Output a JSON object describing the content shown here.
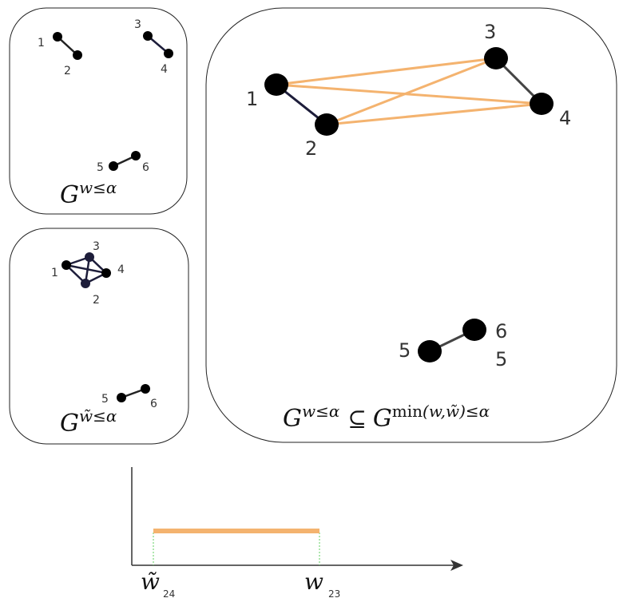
{
  "panel_top_left": {
    "label_G": "G",
    "label_sup": "w≤α",
    "nodes": {
      "n1": "1",
      "n2": "2",
      "n3": "3",
      "n4": "4",
      "n5": "5",
      "n6": "6"
    }
  },
  "panel_bottom_left": {
    "label_G": "G",
    "label_sup": "w̃≤α",
    "nodes": {
      "n1": "1",
      "n2": "2",
      "n3": "3",
      "n4": "4",
      "n5": "5",
      "n6": "6"
    }
  },
  "panel_right": {
    "label_left_G": "G",
    "label_left_sup": "w≤α",
    "subset_symbol": "⊆",
    "label_right_G": "G",
    "label_right_sup_min": "min",
    "label_right_sup_rest": "(w,w̃)≤α",
    "nodes": {
      "n1": "1",
      "n2": "2",
      "n3": "3",
      "n4": "4",
      "n5": "5",
      "n6": "6",
      "n6b": "5"
    }
  },
  "axis": {
    "tick_left_main": "w̃",
    "tick_left_sub": "24",
    "tick_right_main": "w",
    "tick_right_sub": "23"
  },
  "colors": {
    "orange": "#f4b36f",
    "dark_edge": "#1d1d3a",
    "gray_edge": "#444444",
    "node": "#000000",
    "dotted": "#5fcf5f",
    "axis": "#333333"
  }
}
